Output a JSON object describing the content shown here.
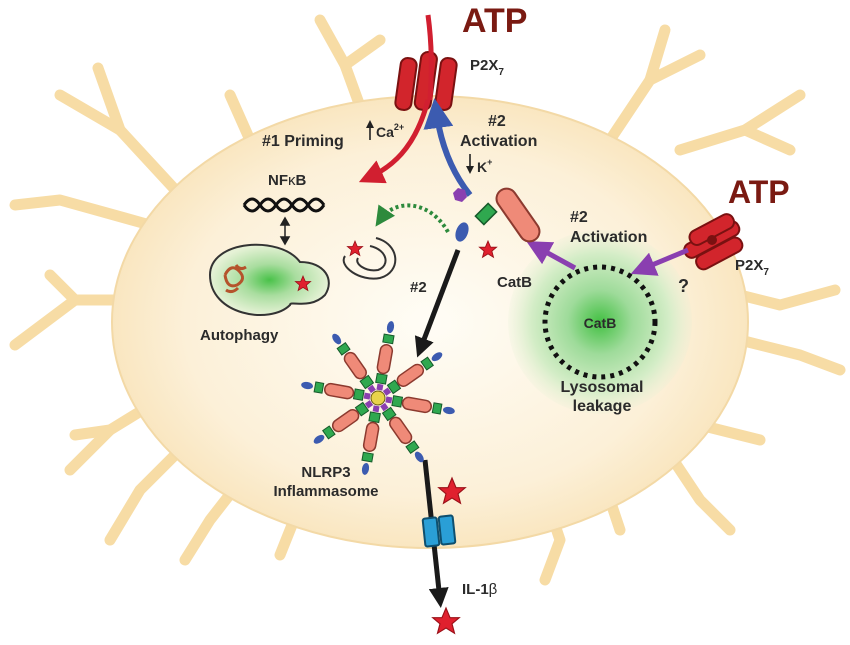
{
  "labels": {
    "atp_top": "ATP",
    "p2x7_top": "P2X",
    "p2x7_top_sub": "7",
    "priming": "#1 Priming",
    "ca": "Ca",
    "ca_sup": "2+",
    "activation_top_num": "#2",
    "activation_top_word": "Activation",
    "k": "K",
    "k_sup": "+",
    "nfkb_nf": "NF",
    "nfkb_k": "κ",
    "nfkb_b": "B",
    "autophagy": "Autophagy",
    "num2_mid": "#2",
    "catb_outer": "CatB",
    "atp_right": "ATP",
    "activation_right_num": "#2",
    "activation_right_word": "Activation",
    "p2x7_right": "P2X",
    "p2x7_right_sub": "7",
    "question": "?",
    "catb_inner": "CatB",
    "lysosomal_1": "Lysosomal",
    "lysosomal_2": "leakage",
    "nlrp3_1": "NLRP3",
    "nlrp3_2": "Inflammasome",
    "il1b_prefix": "IL-1",
    "il1b_beta": "β"
  },
  "colors": {
    "cell_fill": "#fcf1dc",
    "cell_edge": "#f3d9a6",
    "process": "#f7dca5",
    "receptor": "#d2252c",
    "priming_arrow": "#d11f30",
    "k_arrow": "#3c5bb0",
    "catb_arrow": "#8a3fb0",
    "green_dash": "#2d8a3c",
    "main_arrow": "#1a1a1a",
    "star": "#e0202e",
    "channel": "#2a9fd6",
    "atp_text": "#7a1a12",
    "lysosome_glow": "#5fc25f"
  }
}
